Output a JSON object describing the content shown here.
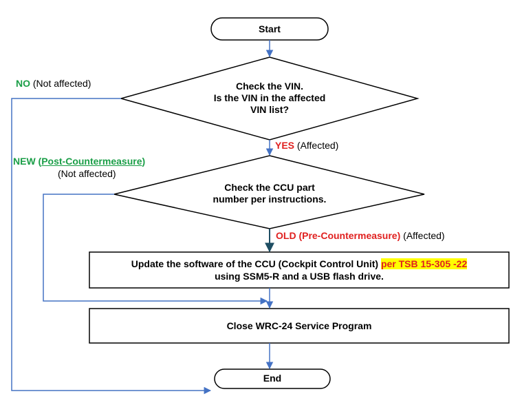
{
  "nodes": {
    "start": "Start",
    "check_vin": [
      "Check the VIN.",
      "Is the VIN in the affected",
      "VIN list?"
    ],
    "check_ccu": [
      "Check the CCU part",
      "number per instructions."
    ],
    "update": {
      "line1_prefix": "Update the software of the CCU (Cockpit Control Unit) ",
      "line1_highlight": "per TSB 15-305 -22",
      "line2": "using SSM5-R and a USB flash drive."
    },
    "close": "Close WRC-24 Service Program",
    "end": "End"
  },
  "branches": {
    "no": {
      "keyword": "NO",
      "note": " (Not affected)"
    },
    "yes": {
      "keyword": "YES",
      "note": " (Affected)"
    },
    "new": {
      "keyword": "NEW (",
      "keyword_underlined": "Post-Countermeasure",
      "close": ")",
      "note": "(Not affected)"
    },
    "old": {
      "keyword": "OLD (Pre-Countermeasure)",
      "note": " (Affected)"
    }
  },
  "colors": {
    "line": "#4472c4",
    "dark_arrow": "#1f4e63",
    "outline": "#000000",
    "branch_positive": "#1a9e47",
    "branch_negative": "#e0201f",
    "highlight": "#ffff00"
  }
}
